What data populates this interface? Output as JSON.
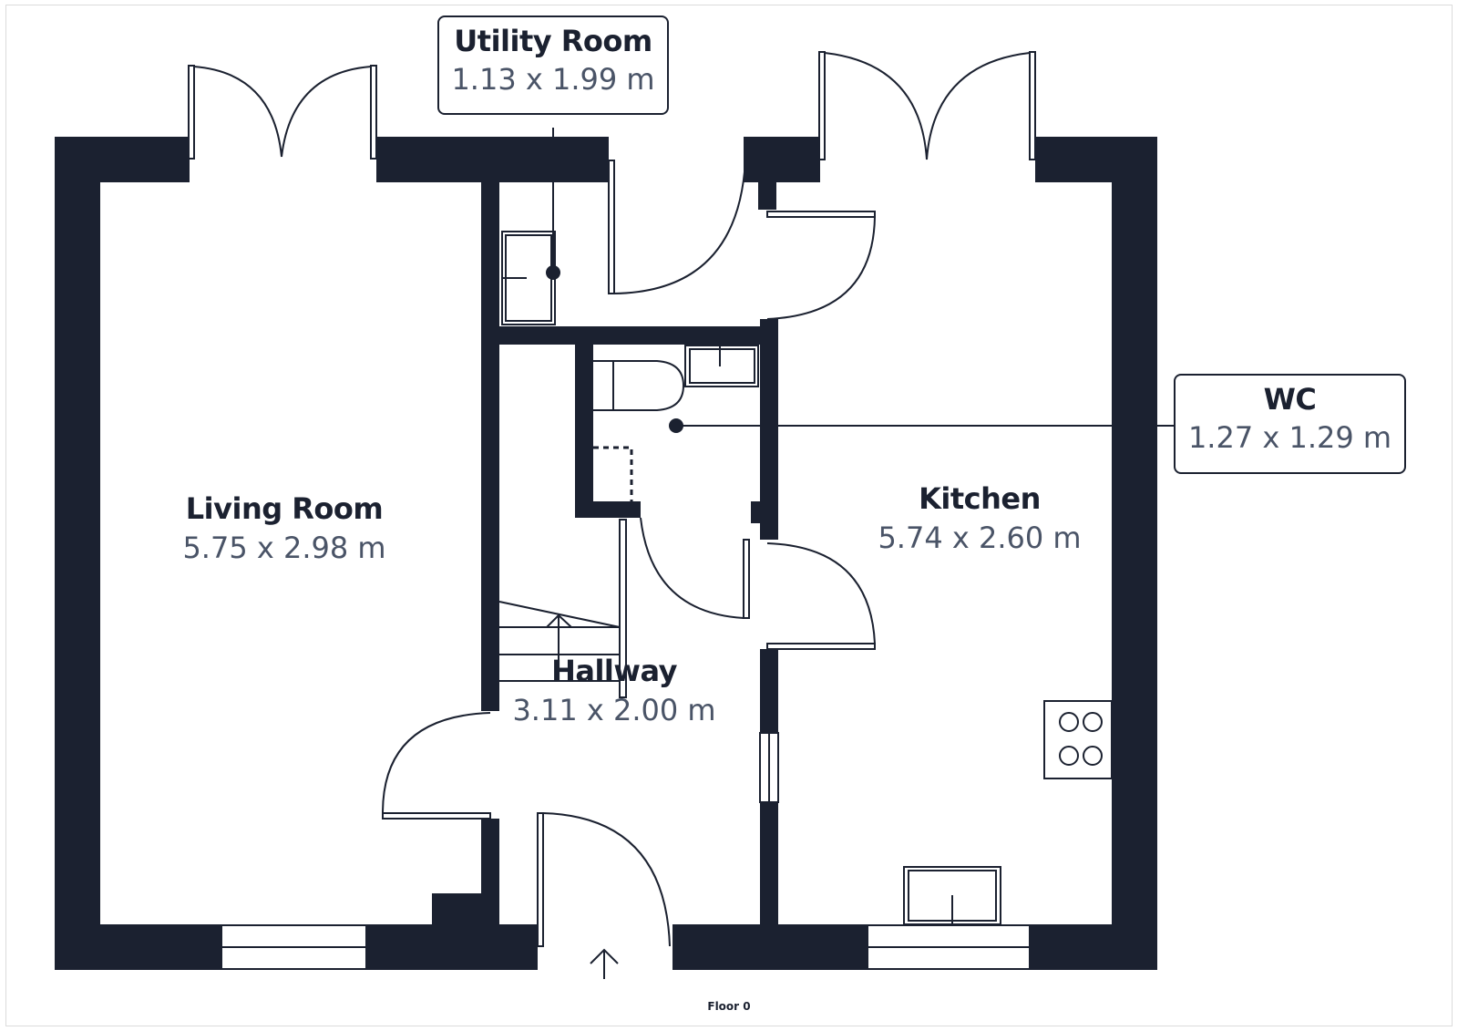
{
  "floor": {
    "label": "Floor 0"
  },
  "colors": {
    "wall": "#1b2130",
    "label_name": "#1b2130",
    "label_dim": "#4a5467",
    "background": "#ffffff"
  },
  "rooms": {
    "living_room": {
      "name": "Living Room",
      "dimensions": "5.75 x 2.98 m"
    },
    "kitchen": {
      "name": "Kitchen",
      "dimensions": "5.74 x 2.60 m"
    },
    "hallway": {
      "name": "Hallway",
      "dimensions": "3.11 x 2.00 m"
    },
    "utility_room": {
      "name": "Utility Room",
      "dimensions": "1.13 x 1.99 m"
    },
    "wc": {
      "name": "WC",
      "dimensions": "1.27 x 1.29 m"
    }
  },
  "icons": {
    "entrance": "entrance-arrow-icon",
    "hob": "hob-icon",
    "sink": "sink-icon",
    "toilet": "toilet-icon",
    "stairs": "stairs-icon"
  }
}
